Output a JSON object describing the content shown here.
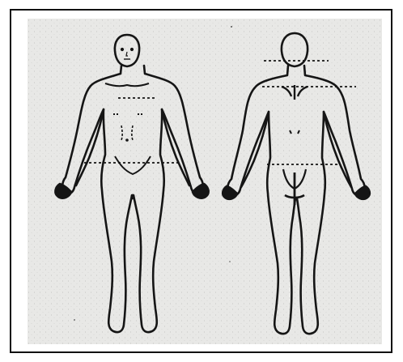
{
  "figure": {
    "frame_color": "#111111",
    "paper_color": "#e8e8e6",
    "ink_color": "#151515",
    "marker_line_style": "dotted",
    "views": [
      "front",
      "back"
    ]
  }
}
